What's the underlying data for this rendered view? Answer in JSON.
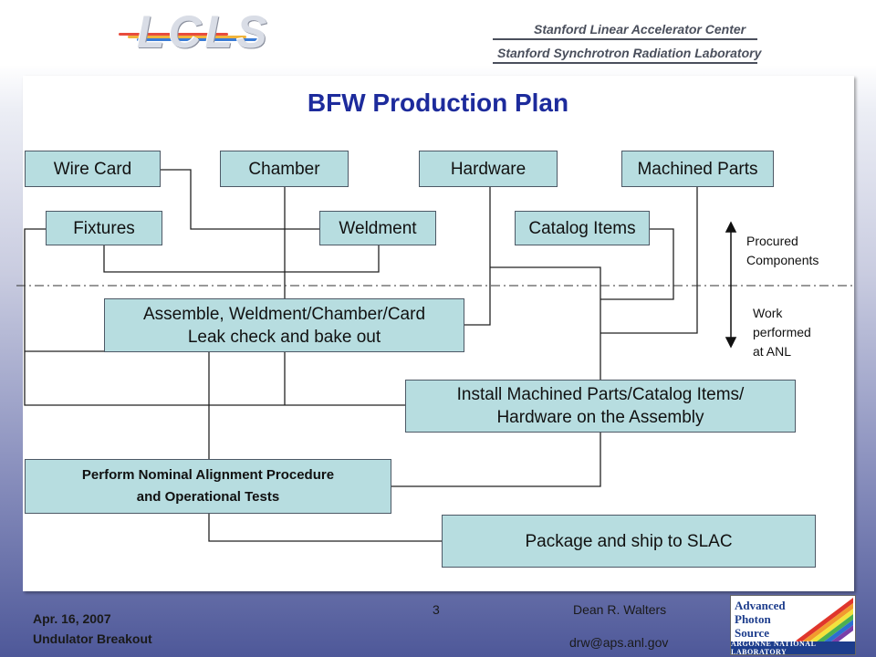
{
  "header": {
    "logo_text": "LCLS",
    "org_line1": "Stanford Linear Accelerator Center",
    "org_line2": "Stanford Synchrotron Radiation Laboratory"
  },
  "title": "BFW Production Plan",
  "nodes": {
    "wire_card": "Wire Card",
    "chamber": "Chamber",
    "hardware": "Hardware",
    "machined_parts": "Machined Parts",
    "fixtures": "Fixtures",
    "weldment": "Weldment",
    "catalog_items": "Catalog Items",
    "assemble": "Assemble, Weldment/Chamber/Card\nLeak check and bake out",
    "install": "Install Machined Parts/Catalog Items/\nHardware on the Assembly",
    "alignment": "Perform Nominal Alignment Procedure\nand Operational Tests",
    "package": "Package and ship to SLAC"
  },
  "annotations": {
    "procured": "Procured\nComponents",
    "work": "Work\nperformed\nat ANL"
  },
  "footer": {
    "date": "Apr. 16, 2007",
    "event": "Undulator Breakout",
    "page_number": "3",
    "author": "Dean R. Walters",
    "email": "drw@aps.anl.gov"
  },
  "aps_logo": {
    "line1": "Advanced",
    "line2": "Photon",
    "line3": "Source",
    "bottom": "ARGONNE NATIONAL LABORATORY"
  },
  "colors": {
    "title": "#1d2b9c",
    "box_fill": "#b7dde0",
    "box_border": "#4d5966",
    "background_bottom": "#4e5899"
  }
}
